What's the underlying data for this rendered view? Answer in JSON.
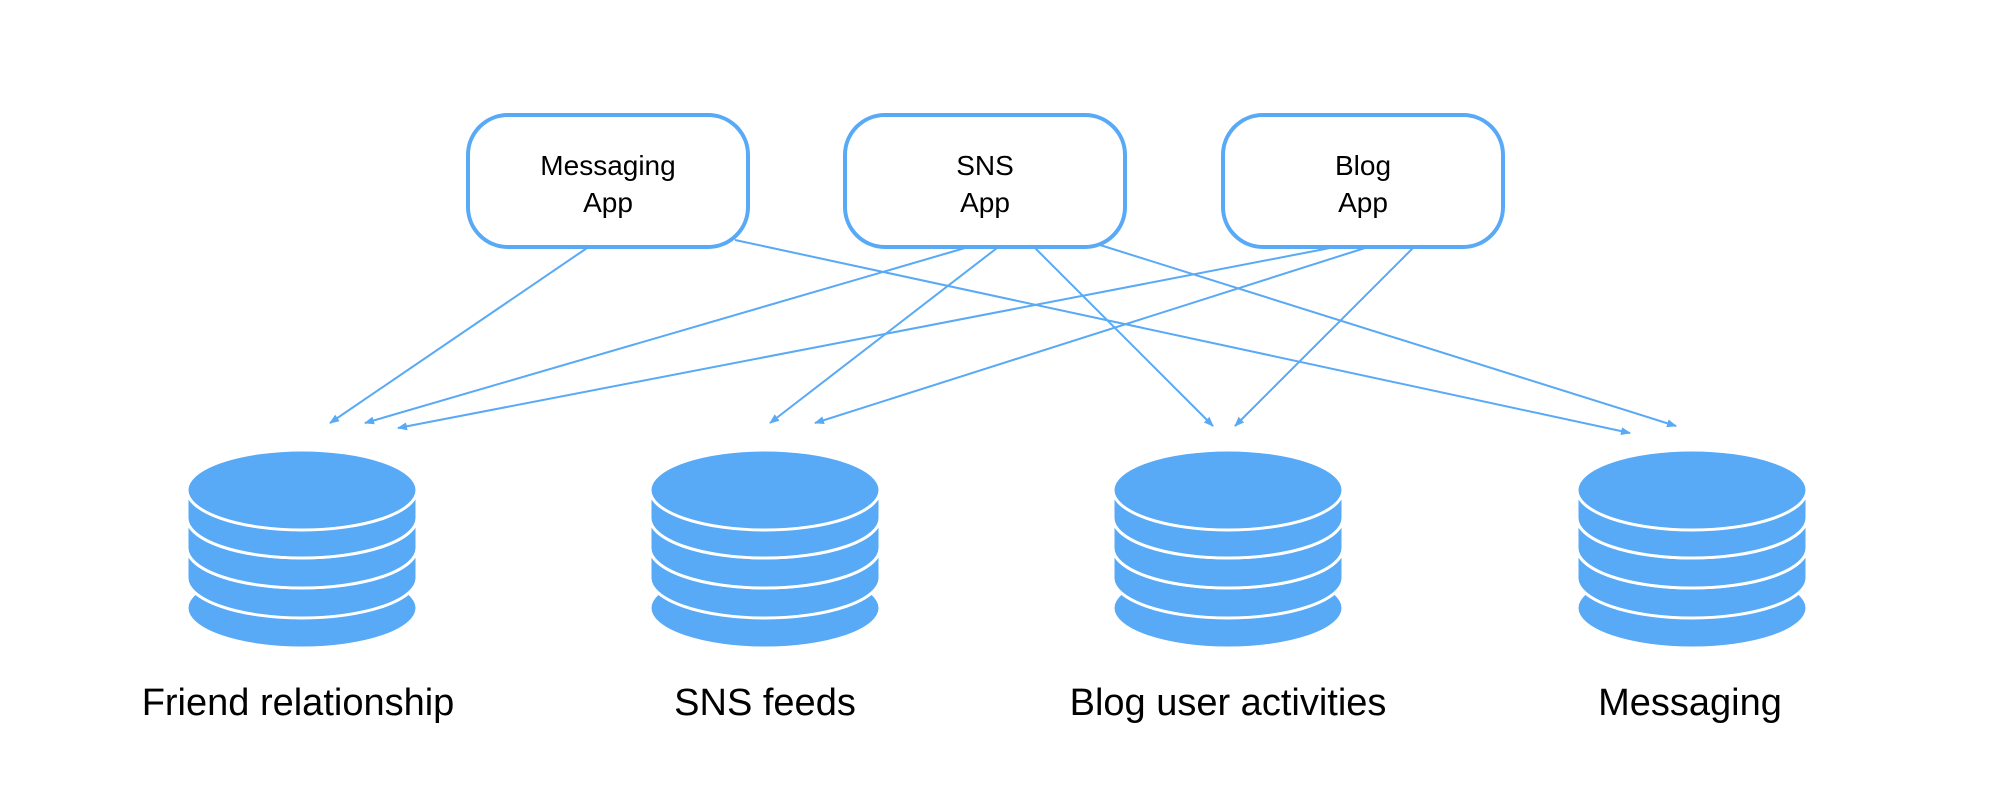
{
  "colors": {
    "accent": "#58a9f6",
    "box_border": "#58a9f6",
    "box_fill": "#ffffff",
    "arrow": "#58a9f6",
    "database": "#58a9f6",
    "text": "#000000"
  },
  "apps": [
    {
      "line1": "Messaging",
      "line2": "App",
      "icon": "rounded-rectangle"
    },
    {
      "line1": "SNS",
      "line2": "App",
      "icon": "rounded-rectangle"
    },
    {
      "line1": "Blog",
      "line2": "App",
      "icon": "rounded-rectangle"
    }
  ],
  "databases": [
    {
      "label": "Friend relationship",
      "icon": "database-icon"
    },
    {
      "label": "SNS feeds",
      "icon": "database-icon"
    },
    {
      "label": "Blog user activities",
      "icon": "database-icon"
    },
    {
      "label": "Messaging",
      "icon": "database-icon"
    }
  ]
}
